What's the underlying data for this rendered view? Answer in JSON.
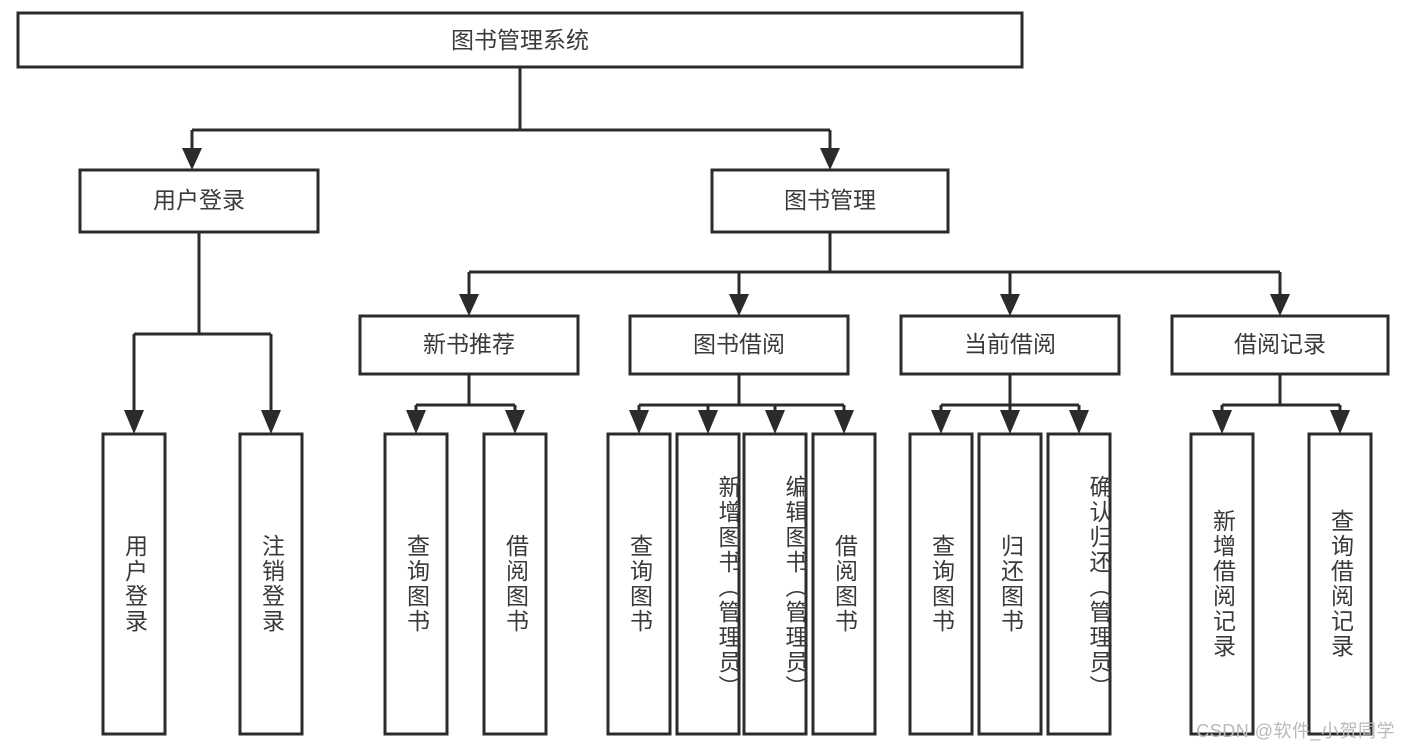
{
  "diagram": {
    "type": "hierarchy-tree",
    "title": "图书管理系统",
    "root": {
      "id": "root",
      "label": "图书管理系统",
      "orientation": "horizontal"
    },
    "level2": [
      {
        "id": "user-login",
        "label": "用户登录",
        "orientation": "horizontal"
      },
      {
        "id": "book-management",
        "label": "图书管理",
        "orientation": "horizontal"
      }
    ],
    "level3": [
      {
        "id": "new-book-recommend",
        "label": "新书推荐",
        "orientation": "horizontal",
        "parent": "book-management"
      },
      {
        "id": "book-borrow",
        "label": "图书借阅",
        "orientation": "horizontal",
        "parent": "book-management"
      },
      {
        "id": "current-borrow",
        "label": "当前借阅",
        "orientation": "horizontal",
        "parent": "book-management"
      },
      {
        "id": "borrow-record",
        "label": "借阅记录",
        "orientation": "horizontal",
        "parent": "book-management"
      }
    ],
    "leaves": [
      {
        "id": "leaf-user-login",
        "label": "用户登录",
        "orientation": "vertical",
        "parent": "user-login"
      },
      {
        "id": "leaf-user-logout",
        "label": "注销登录",
        "orientation": "vertical",
        "parent": "user-login"
      },
      {
        "id": "leaf-query-book-1",
        "label": "查询图书",
        "orientation": "vertical",
        "parent": "new-book-recommend"
      },
      {
        "id": "leaf-borrow-book-1",
        "label": "借阅图书",
        "orientation": "vertical",
        "parent": "new-book-recommend"
      },
      {
        "id": "leaf-query-book-2",
        "label": "查询图书",
        "orientation": "vertical",
        "parent": "book-borrow"
      },
      {
        "id": "leaf-add-book",
        "label": "新增图书（管理员）",
        "orientation": "vertical",
        "parent": "book-borrow"
      },
      {
        "id": "leaf-edit-book",
        "label": "编辑图书（管理员）",
        "orientation": "vertical",
        "parent": "book-borrow"
      },
      {
        "id": "leaf-borrow-book-2",
        "label": "借阅图书",
        "orientation": "vertical",
        "parent": "book-borrow"
      },
      {
        "id": "leaf-query-book-3",
        "label": "查询图书",
        "orientation": "vertical",
        "parent": "current-borrow"
      },
      {
        "id": "leaf-return-book",
        "label": "归还图书",
        "orientation": "vertical",
        "parent": "current-borrow"
      },
      {
        "id": "leaf-confirm-return",
        "label": "确认归还（管理员）",
        "orientation": "vertical",
        "parent": "current-borrow"
      },
      {
        "id": "leaf-add-record",
        "label": "新增借阅记录",
        "orientation": "vertical",
        "parent": "borrow-record"
      },
      {
        "id": "leaf-query-record",
        "label": "查询借阅记录",
        "orientation": "vertical",
        "parent": "borrow-record"
      }
    ]
  },
  "watermark": {
    "text": "CSDN @软件_小贺同学"
  },
  "colors": {
    "stroke": "#2b2b2b",
    "box_fill": "#ffffff",
    "text": "#3a3a3a",
    "background": "#ffffff",
    "watermark": "#b9b9b9"
  }
}
